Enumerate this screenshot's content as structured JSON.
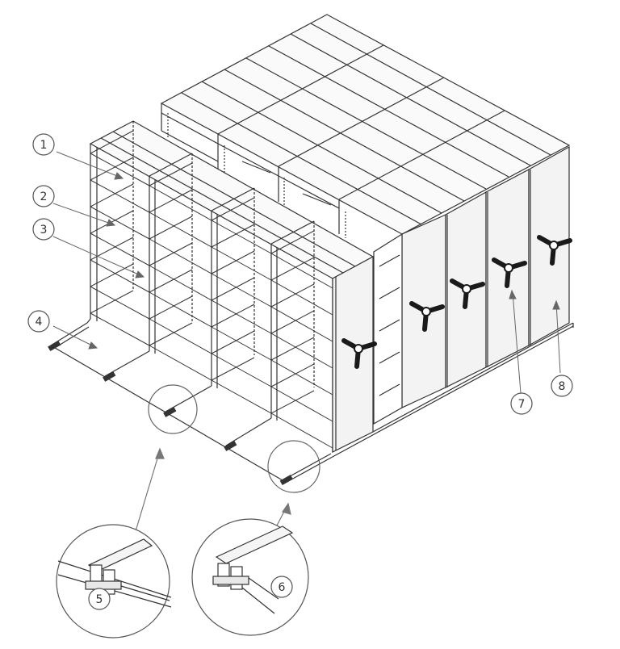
{
  "callouts": [
    {
      "id": 1,
      "label": "1"
    },
    {
      "id": 2,
      "label": "2"
    },
    {
      "id": 3,
      "label": "3"
    },
    {
      "id": 4,
      "label": "4"
    },
    {
      "id": 5,
      "label": "5"
    },
    {
      "id": 6,
      "label": "6"
    },
    {
      "id": 7,
      "label": "7"
    },
    {
      "id": 8,
      "label": "8"
    }
  ],
  "colors": {
    "line": "#333333",
    "panel": "#f1f1f1",
    "handle": "#1a1a1a",
    "callout_stroke": "#555555"
  },
  "icons": {
    "handwheel": "tri-spoke-handle-icon",
    "rail": "floor-rail-icon"
  }
}
